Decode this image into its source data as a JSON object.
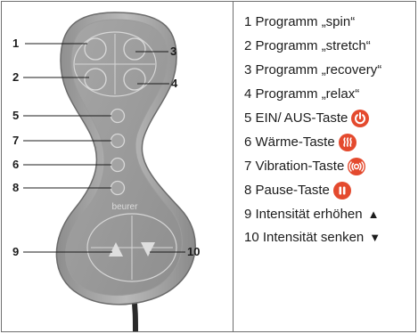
{
  "diagram": {
    "callouts": [
      "1",
      "2",
      "3",
      "4",
      "5",
      "6",
      "7",
      "8",
      "9",
      "10"
    ],
    "brand": "beurer"
  },
  "legend": [
    {
      "text": "1 Programm „spin“",
      "icon": "",
      "color": ""
    },
    {
      "text": "2 Programm „stretch“",
      "icon": "",
      "color": ""
    },
    {
      "text": "3 Programm „recovery“",
      "icon": "",
      "color": ""
    },
    {
      "text": "4 Programm „relax“",
      "icon": "",
      "color": ""
    },
    {
      "text": "5 EIN/ AUS-Taste",
      "icon": "power-icon",
      "color": "#e44a2e"
    },
    {
      "text": "6 Wärme-Taste",
      "icon": "heat-icon",
      "color": "#e44a2e"
    },
    {
      "text": "7 Vibration-Taste",
      "icon": "vibration-icon",
      "color": "#e44a2e"
    },
    {
      "text": "8 Pause-Taste",
      "icon": "pause-icon",
      "color": "#e44a2e"
    },
    {
      "text": "9 Intensität erhöhen",
      "icon": "arrow-up-icon",
      "color": ""
    },
    {
      "text": "10 Intensität senken",
      "icon": "arrow-down-icon",
      "color": ""
    }
  ]
}
